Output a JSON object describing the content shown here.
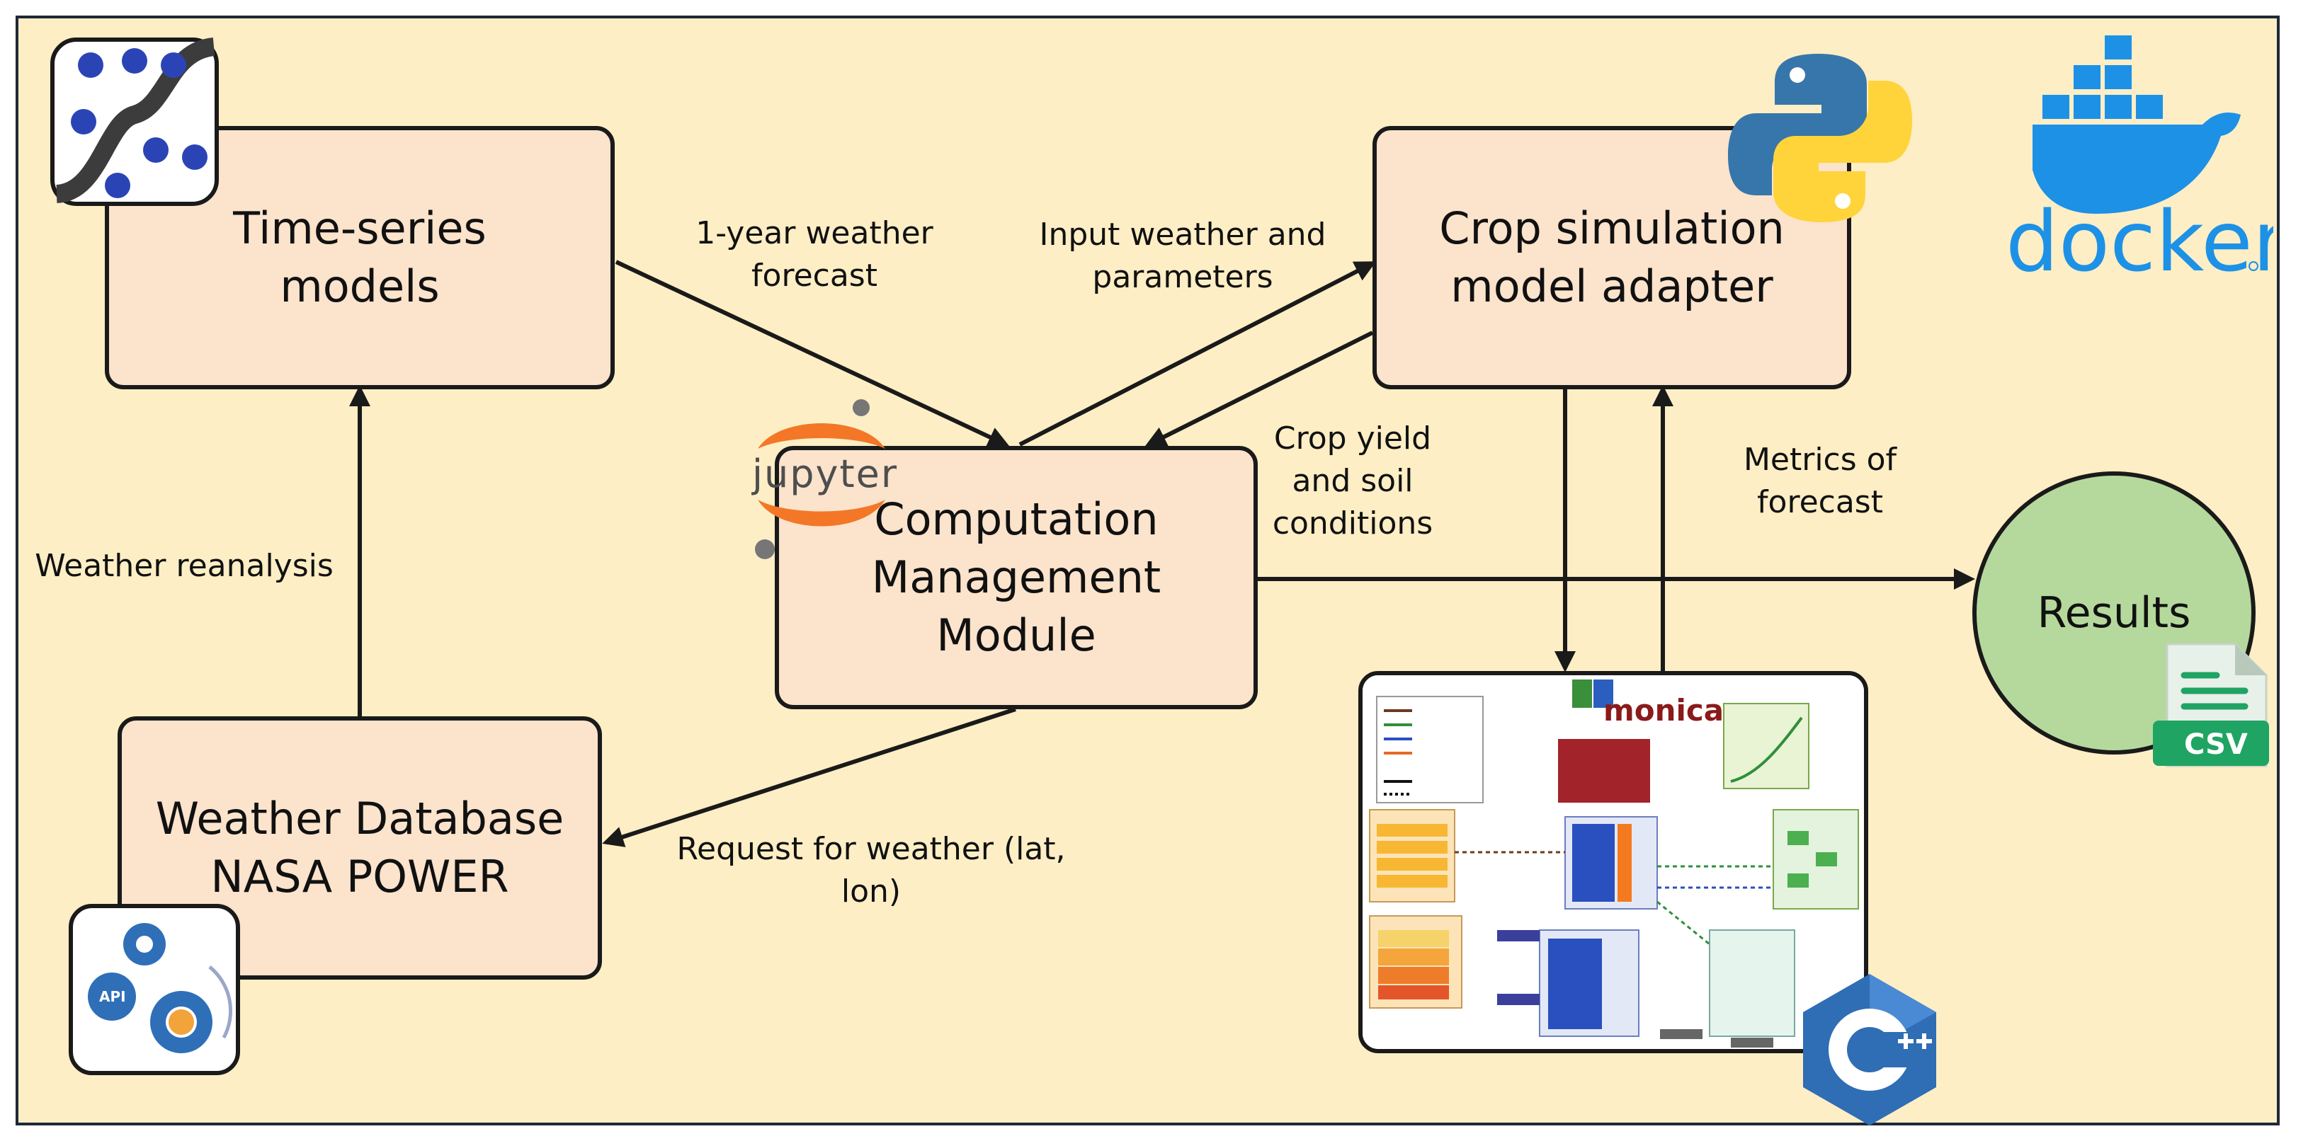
{
  "nodes": {
    "time_series": "Time-series\nmodels",
    "crop_adapter": "Crop simulation\nmodel adapter",
    "computation": "Computation\nManagement\nModule",
    "weather_db": "Weather Database\nNASA POWER",
    "results": "Results"
  },
  "edges": {
    "forecast": "1-year weather\nforecast",
    "input_weather": "Input weather and\nparameters",
    "crop_yield": "Crop yield\nand soil\nconditions",
    "metrics": "Metrics of\nforecast",
    "reanalysis": "Weather reanalysis",
    "request": "Request for weather (lat,\nlon)"
  },
  "logos": {
    "docker": "docker",
    "jupyter": "jupyter",
    "csv": "CSV",
    "monica": "monica",
    "api": "API"
  },
  "colors": {
    "background": "#fdeec5",
    "box_fill": "#fbe3cc",
    "results_fill": "#b5d99c",
    "docker_blue": "#1d91e6",
    "jupyter_orange": "#f37726",
    "python_blue": "#3776ab",
    "python_yellow": "#ffd43b",
    "cpp_blue": "#2f6db5",
    "csv_green": "#1fa463"
  }
}
